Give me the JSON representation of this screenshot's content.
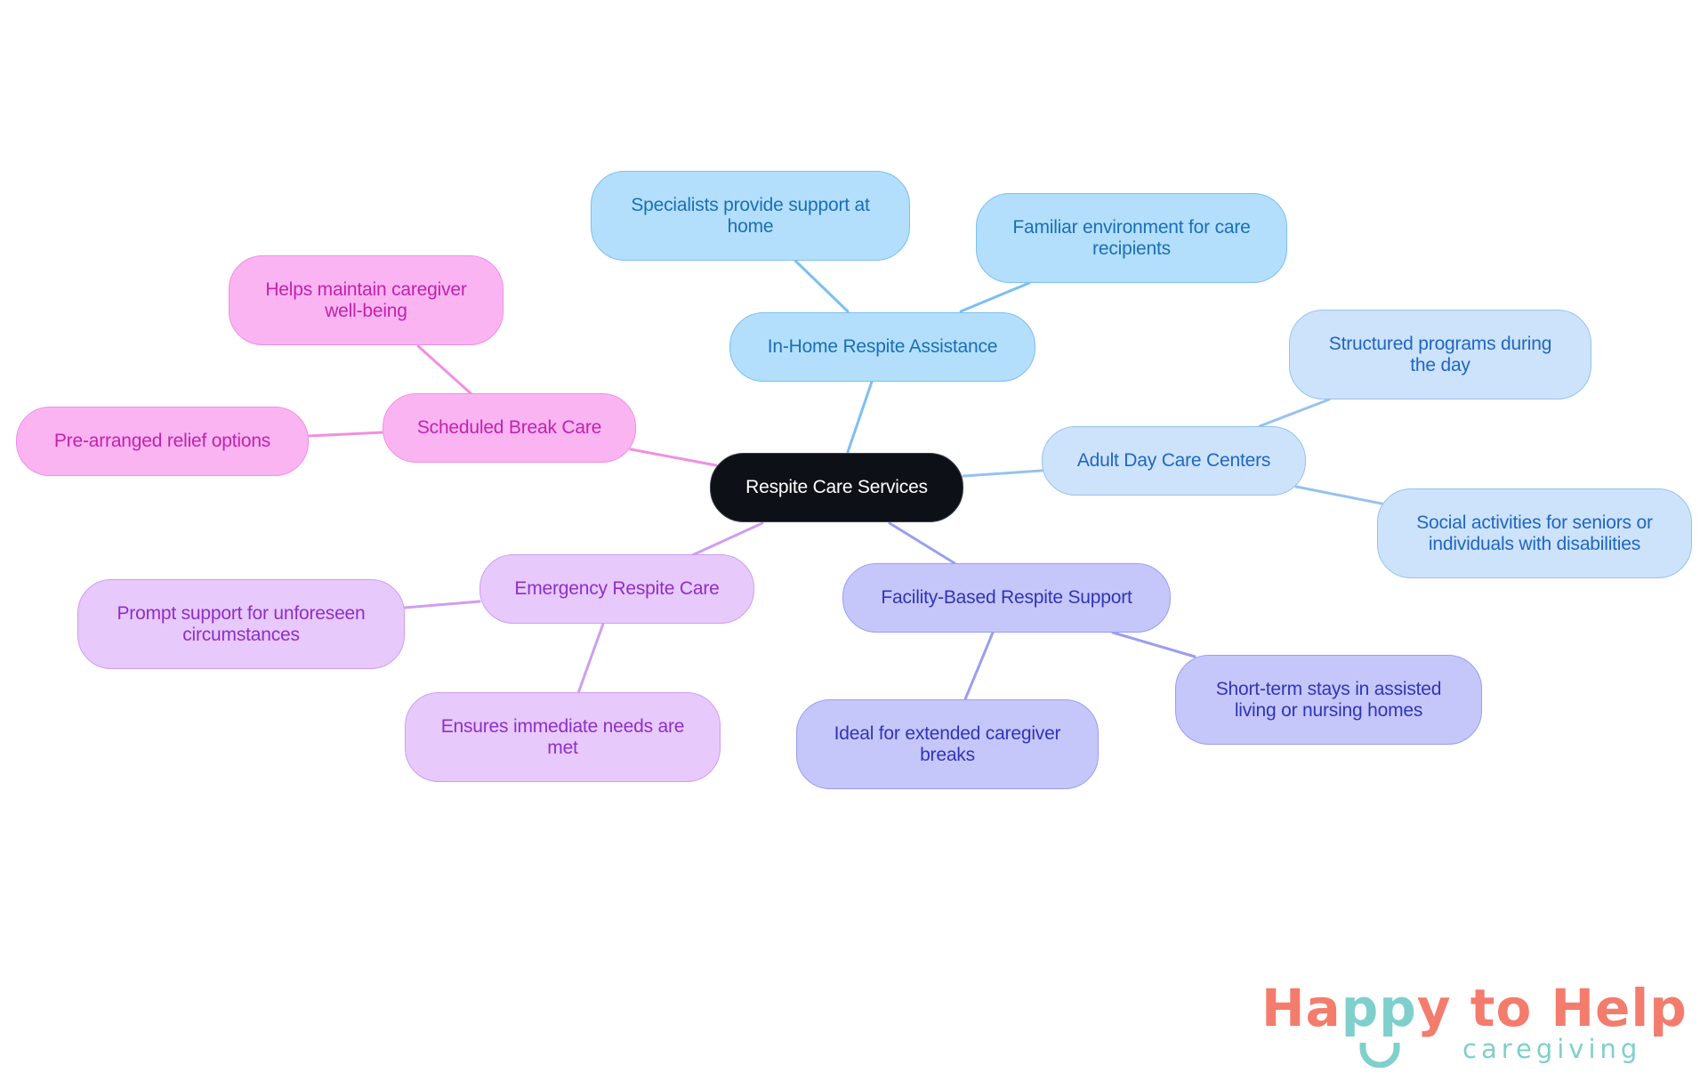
{
  "diagram": {
    "type": "mindmap",
    "root": {
      "id": "root",
      "label": "Respite Care Services"
    },
    "branches": [
      {
        "id": "inhome",
        "label": "In-Home Respite Assistance",
        "color": "#b3dffc",
        "children": [
          {
            "id": "inhome-1",
            "label_lines": [
              "Specialists provide support at",
              "home"
            ]
          },
          {
            "id": "inhome-2",
            "label_lines": [
              "Familiar environment for care",
              "recipients"
            ]
          }
        ]
      },
      {
        "id": "adult",
        "label": "Adult Day Care Centers",
        "color": "#cde3fb",
        "children": [
          {
            "id": "adult-1",
            "label_lines": [
              "Structured programs during",
              "the day"
            ]
          },
          {
            "id": "adult-2",
            "label_lines": [
              "Social activities for seniors or",
              "individuals with disabilities"
            ]
          }
        ]
      },
      {
        "id": "facility",
        "label": "Facility-Based Respite Support",
        "color": "#c5c7fa",
        "children": [
          {
            "id": "facility-1",
            "label_lines": [
              "Ideal for extended caregiver",
              "breaks"
            ]
          },
          {
            "id": "facility-2",
            "label_lines": [
              "Short-term stays in assisted",
              "living or nursing homes"
            ]
          }
        ]
      },
      {
        "id": "emergency",
        "label": "Emergency Respite Care",
        "color": "#e7c9fb",
        "children": [
          {
            "id": "emergency-1",
            "label_lines": [
              "Prompt support for unforeseen",
              "circumstances"
            ]
          },
          {
            "id": "emergency-2",
            "label_lines": [
              "Ensures immediate needs are",
              "met"
            ]
          }
        ]
      },
      {
        "id": "scheduled",
        "label": "Scheduled Break Care",
        "color": "#fbb4f2",
        "children": [
          {
            "id": "scheduled-1",
            "label_lines": [
              "Helps maintain caregiver",
              "well-being"
            ]
          },
          {
            "id": "scheduled-2",
            "label_lines": [
              "Pre-arranged relief options"
            ]
          }
        ]
      }
    ],
    "edge_colors": {
      "inhome": "#7dbff0",
      "adult": "#96c2f0",
      "facility": "#9a9ef0",
      "emergency": "#cf9df2",
      "scheduled": "#f08fe2"
    }
  },
  "logo": {
    "part1": "Ha",
    "part2": "pp",
    "part3": "y to Help",
    "tagline": "caregiving",
    "colors": {
      "coral": "#f47c6d",
      "teal": "#7fcfcc"
    }
  }
}
